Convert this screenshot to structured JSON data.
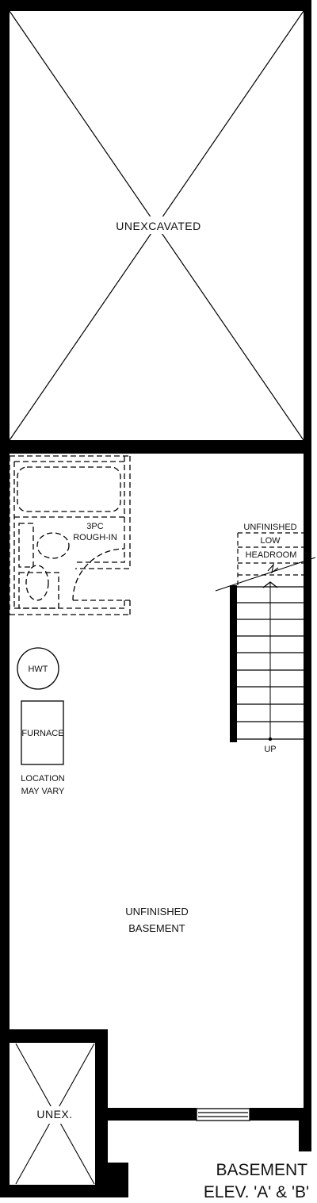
{
  "plan": {
    "title_line1": "BASEMENT",
    "title_line2": "ELEV. 'A' & 'B'",
    "rooms": {
      "unexcavated": "UNEXCAVATED",
      "unfinished_basement_line1": "UNFINISHED",
      "unfinished_basement_line2": "BASEMENT",
      "unex_small": "UNEX."
    },
    "bathroom": {
      "line1": "3PC",
      "line2": "ROUGH-IN"
    },
    "stairs": {
      "note_line1": "UNFINISHED",
      "note_line2": "LOW",
      "note_line3": "HEADROOM",
      "direction": "UP"
    },
    "equipment": {
      "hwt": "HWT",
      "furnace": "FURNACE",
      "location_line1": "LOCATION",
      "location_line2": "MAY VARY"
    }
  }
}
